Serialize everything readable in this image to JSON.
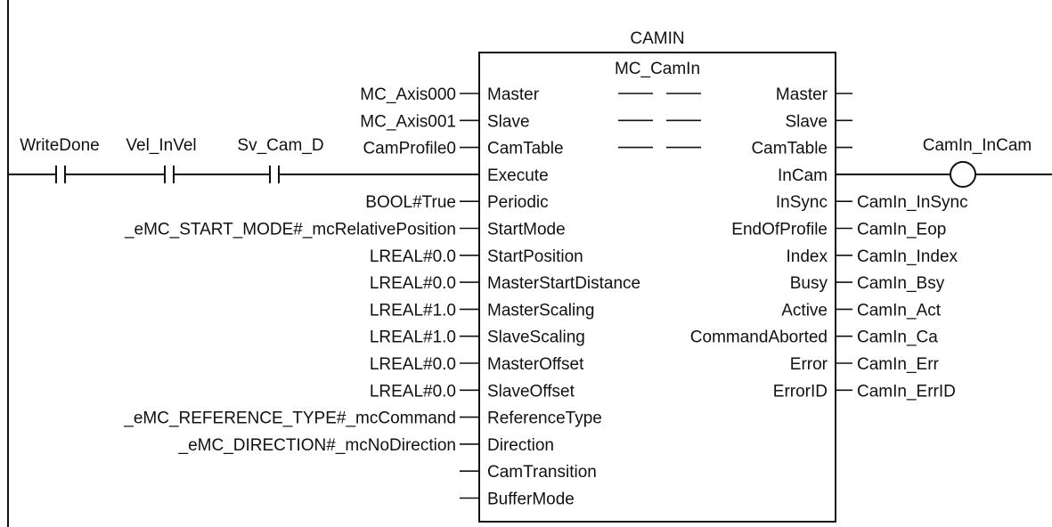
{
  "instance_name": "CAMIN",
  "fb_type": "MC_CamIn",
  "contacts": [
    {
      "label": "WriteDone"
    },
    {
      "label": "Vel_InVel"
    },
    {
      "label": "Sv_Cam_D"
    }
  ],
  "coil": {
    "label": "CamIn_InCam"
  },
  "inputs": [
    {
      "name": "Master",
      "arg": "MC_Axis000"
    },
    {
      "name": "Slave",
      "arg": "MC_Axis001"
    },
    {
      "name": "CamTable",
      "arg": "CamProfile0"
    },
    {
      "name": "Execute",
      "arg": ""
    },
    {
      "name": "Periodic",
      "arg": "BOOL#True"
    },
    {
      "name": "StartMode",
      "arg": "_eMC_START_MODE#_mcRelativePosition"
    },
    {
      "name": "StartPosition",
      "arg": "LREAL#0.0"
    },
    {
      "name": "MasterStartDistance",
      "arg": "LREAL#0.0"
    },
    {
      "name": "MasterScaling",
      "arg": "LREAL#1.0"
    },
    {
      "name": "SlaveScaling",
      "arg": "LREAL#1.0"
    },
    {
      "name": "MasterOffset",
      "arg": "LREAL#0.0"
    },
    {
      "name": "SlaveOffset",
      "arg": "LREAL#0.0"
    },
    {
      "name": "ReferenceType",
      "arg": "_eMC_REFERENCE_TYPE#_mcCommand"
    },
    {
      "name": "Direction",
      "arg": "_eMC_DIRECTION#_mcNoDirection"
    },
    {
      "name": "CamTransition",
      "arg": ""
    },
    {
      "name": "BufferMode",
      "arg": ""
    }
  ],
  "outputs": [
    {
      "name": "Master",
      "arg": ""
    },
    {
      "name": "Slave",
      "arg": ""
    },
    {
      "name": "CamTable",
      "arg": ""
    },
    {
      "name": "InCam",
      "arg": ""
    },
    {
      "name": "InSync",
      "arg": "CamIn_InSync"
    },
    {
      "name": "EndOfProfile",
      "arg": "CamIn_Eop"
    },
    {
      "name": "Index",
      "arg": "CamIn_Index"
    },
    {
      "name": "Busy",
      "arg": "CamIn_Bsy"
    },
    {
      "name": "Active",
      "arg": "CamIn_Act"
    },
    {
      "name": "CommandAborted",
      "arg": "CamIn_Ca"
    },
    {
      "name": "Error",
      "arg": "CamIn_Err"
    },
    {
      "name": "ErrorID",
      "arg": "CamIn_ErrID"
    }
  ]
}
